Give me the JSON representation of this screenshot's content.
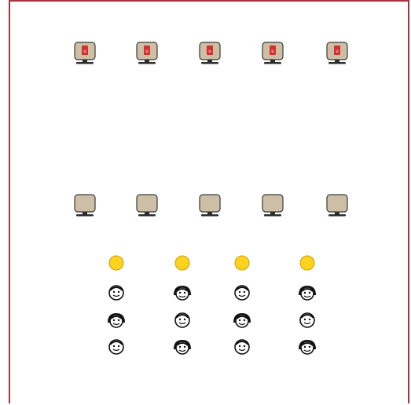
{
  "colors": {
    "frame": "#a8323e",
    "monitor_body": "#cdbfa6",
    "monitor_outline": "#3a3a3a",
    "stand": "#2d2d2d",
    "badge": "#d32f2f",
    "token": "#ffd21f",
    "token_outline": "#c7a000",
    "face_outline": "#111111"
  },
  "top_monitors": [
    {
      "icon": "monitor-with-badge-icon",
      "badge": "u"
    },
    {
      "icon": "monitor-with-badge-icon",
      "badge": "u"
    },
    {
      "icon": "monitor-with-badge-icon",
      "badge": "u"
    },
    {
      "icon": "monitor-with-badge-icon",
      "badge": "u"
    },
    {
      "icon": "monitor-with-badge-icon",
      "badge": "u"
    }
  ],
  "bottom_monitors": [
    {
      "icon": "monitor-icon"
    },
    {
      "icon": "monitor-icon"
    },
    {
      "icon": "monitor-icon"
    },
    {
      "icon": "monitor-icon"
    },
    {
      "icon": "monitor-icon"
    }
  ],
  "tokens": [
    {
      "icon": "yellow-token-icon"
    },
    {
      "icon": "yellow-token-icon"
    },
    {
      "icon": "yellow-token-icon"
    },
    {
      "icon": "yellow-token-icon"
    }
  ],
  "player_grid": [
    [
      "boy-face-icon",
      "girl-face-icon",
      "boy-face-icon",
      "girl-face-icon"
    ],
    [
      "girl-face-icon",
      "boy-face-icon",
      "girl-face-icon",
      "boy-face-icon"
    ],
    [
      "boy-face-icon",
      "girl-face-icon",
      "boy-face-icon",
      "girl-face-icon"
    ]
  ]
}
